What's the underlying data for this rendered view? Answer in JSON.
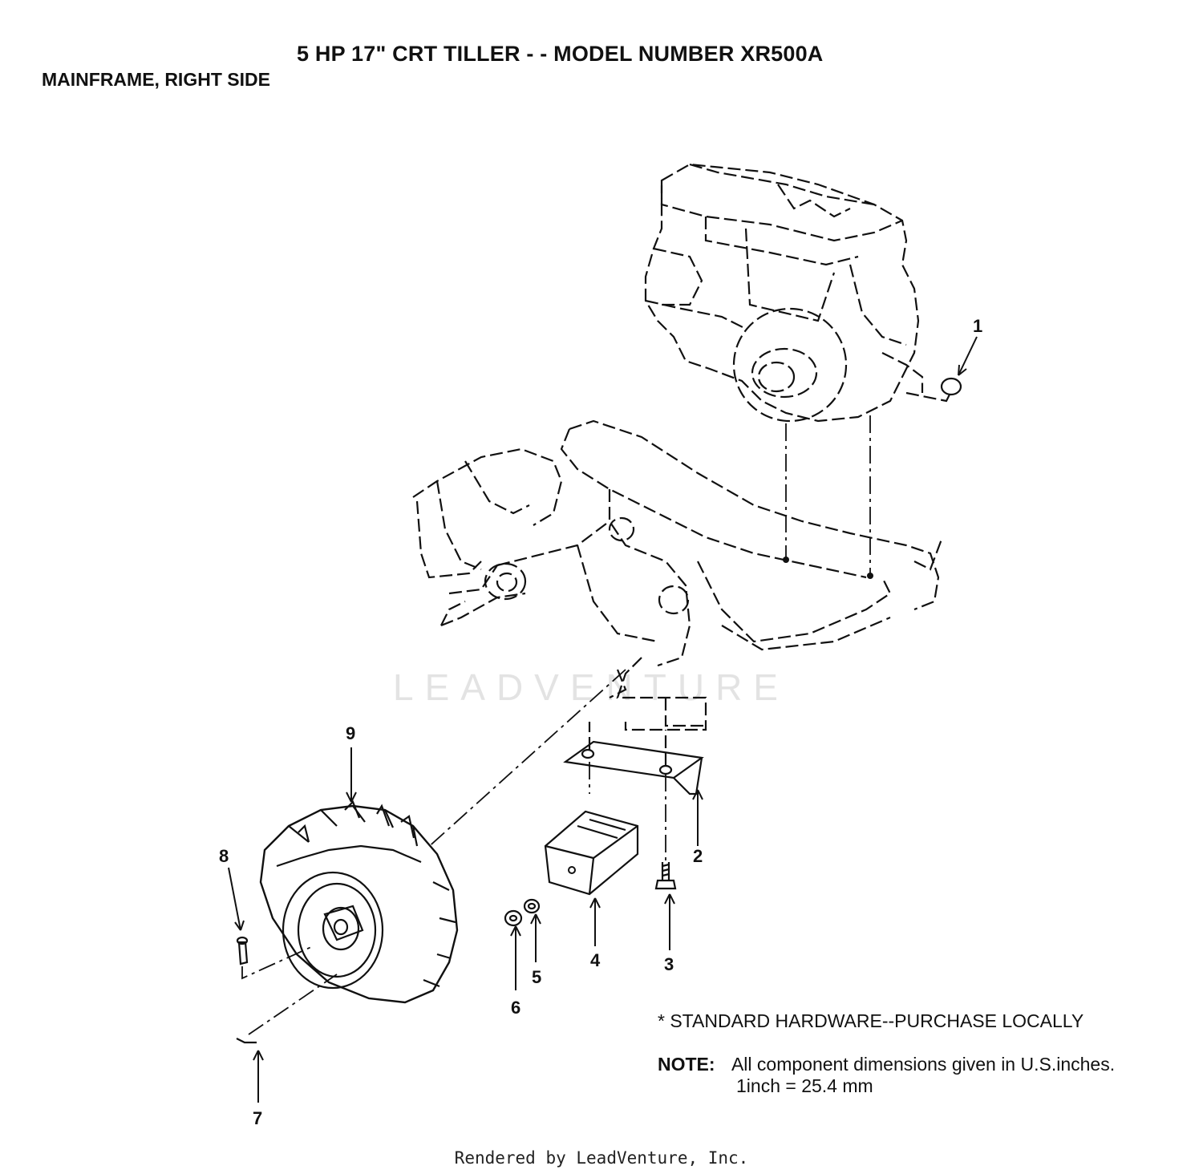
{
  "header": {
    "title": "5 HP  17\" CRT TILLER - - MODEL NUMBER XR500A",
    "subtitle": "MAINFRAME, RIGHT SIDE"
  },
  "callouts": [
    "1",
    "2",
    "3",
    "4",
    "5",
    "6",
    "7",
    "8",
    "9"
  ],
  "notes": {
    "standard_hardware": "* STANDARD HARDWARE--PURCHASE LOCALLY",
    "note_label": "NOTE:",
    "note_text": "All component dimensions given in U.S.inches.",
    "conversion": "1inch = 25.4 mm"
  },
  "watermark": "LEADVENTURE",
  "footer": "Rendered by LeadVenture, Inc."
}
